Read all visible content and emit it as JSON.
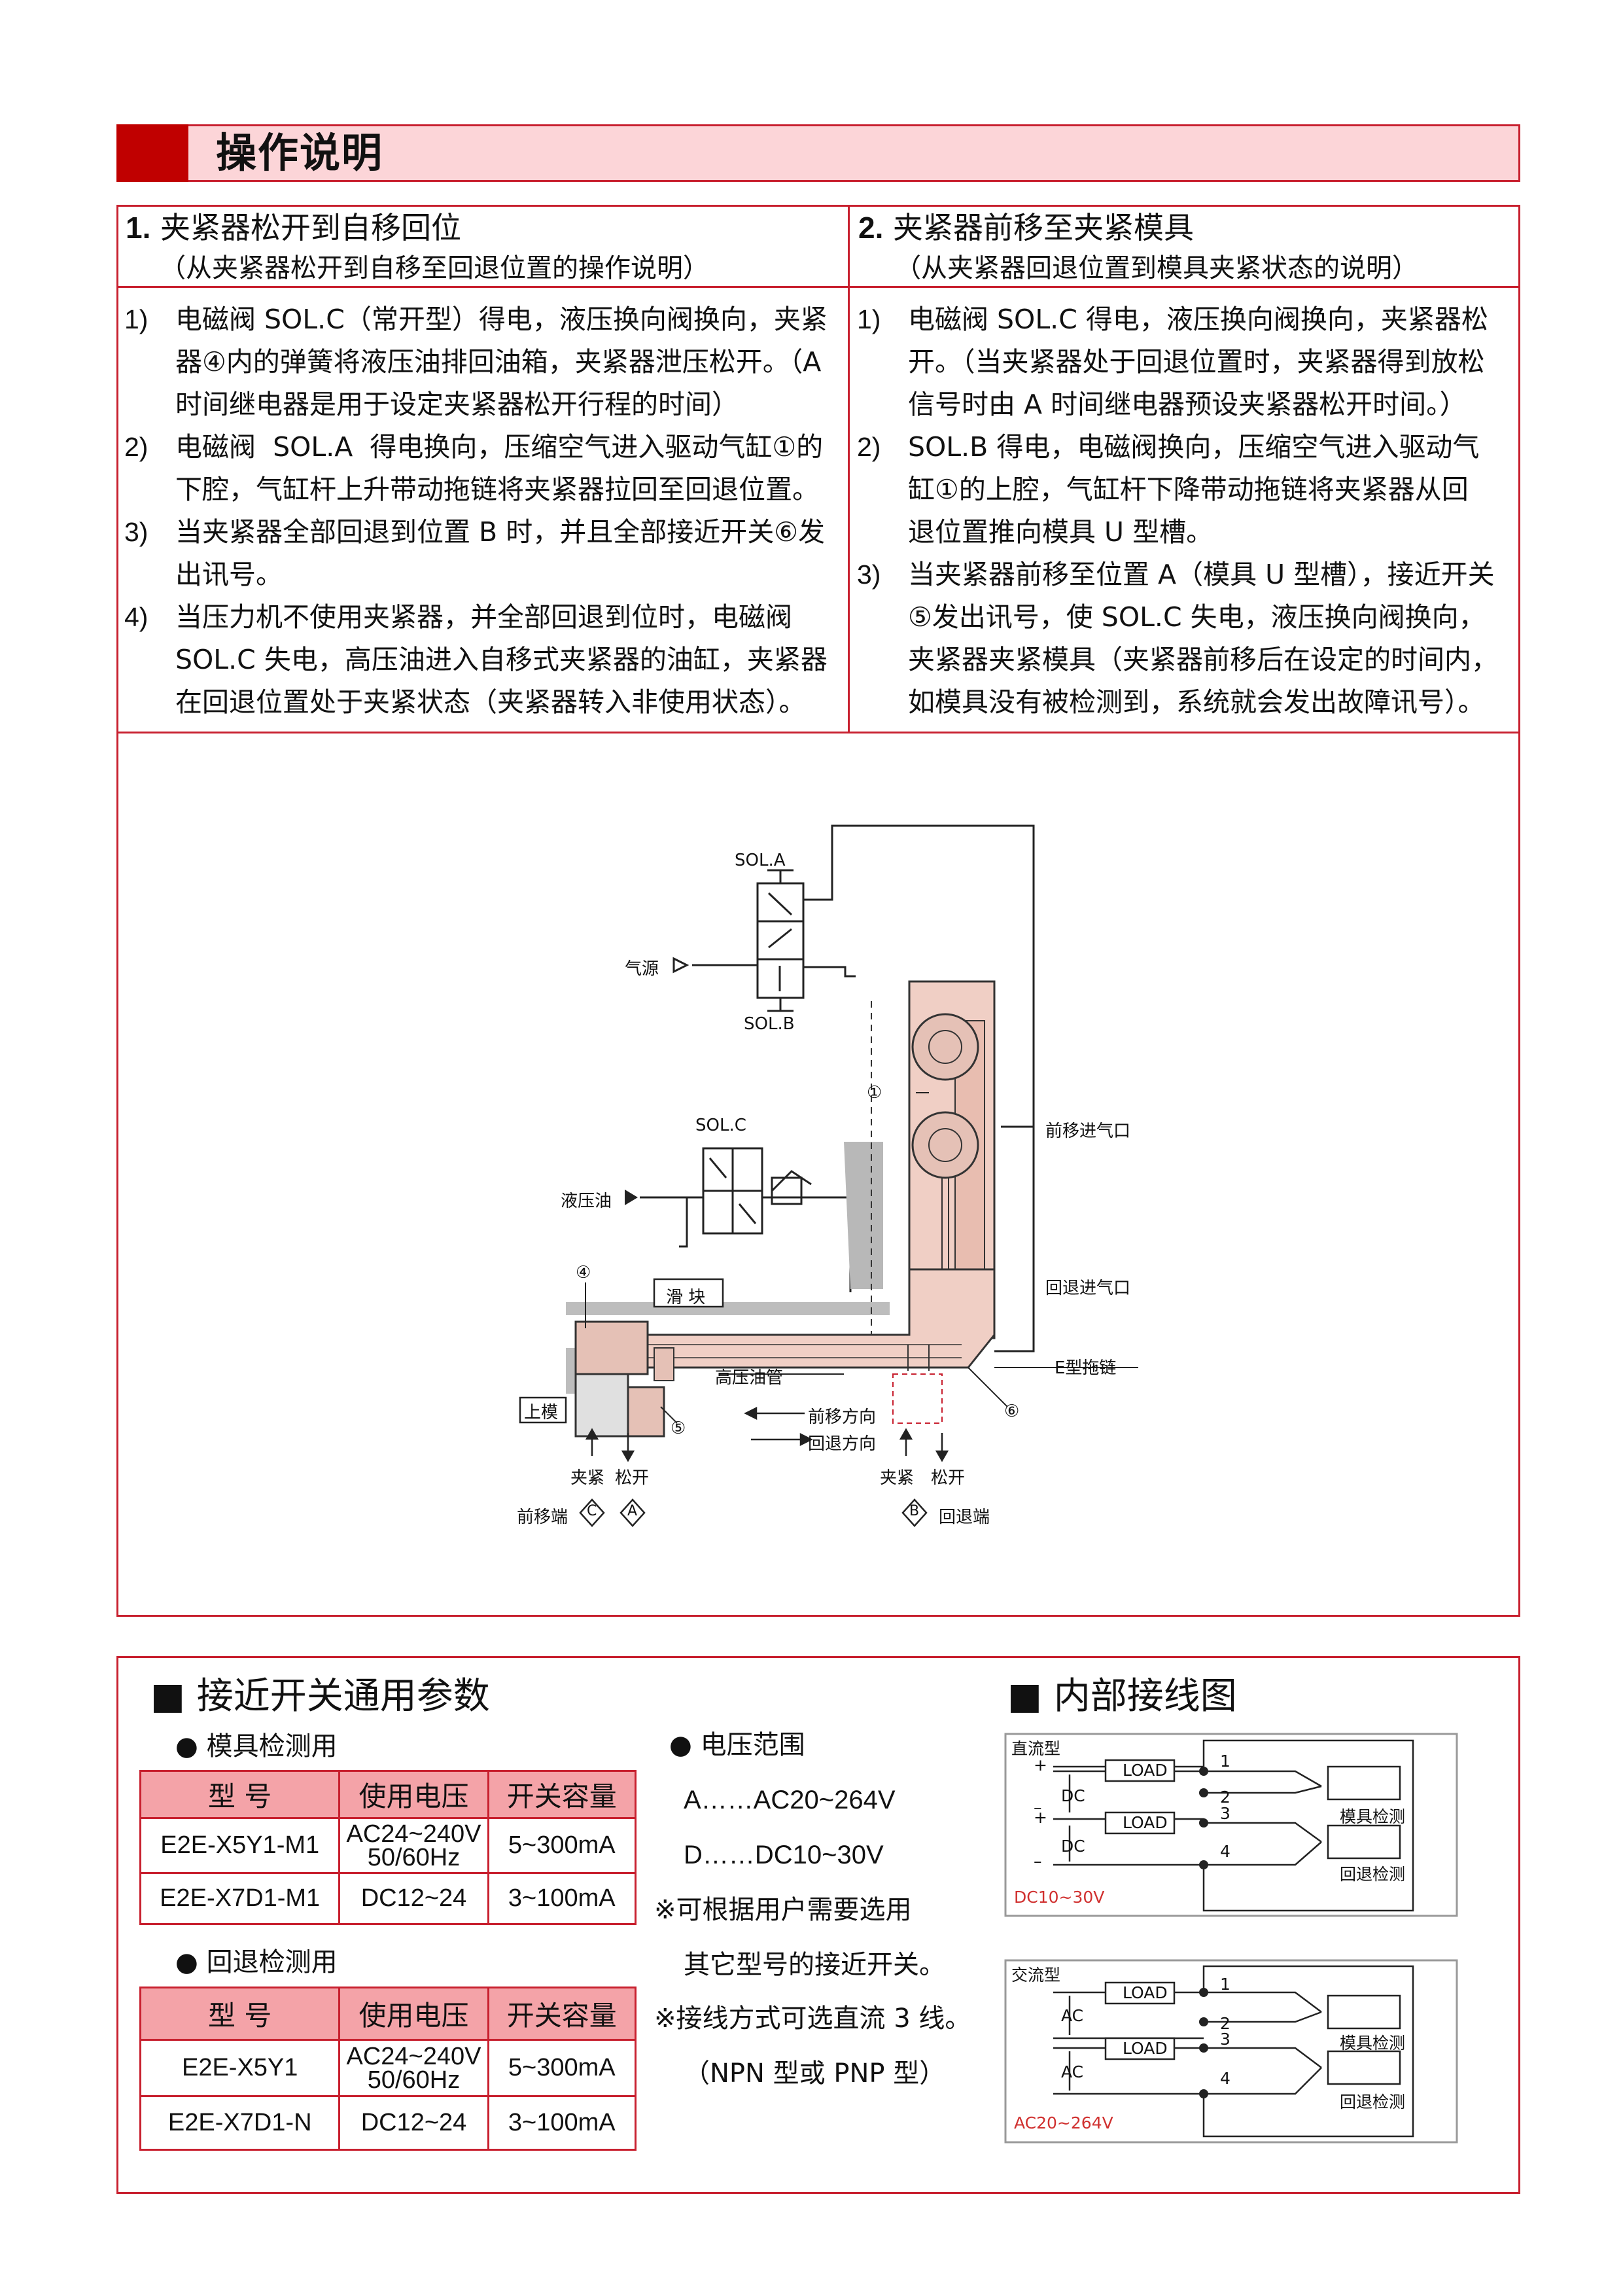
{
  "header": {
    "title": "操作说明"
  },
  "section1": {
    "title_num": "1.",
    "title": "夹紧器松开到自移回位",
    "subtitle": "（从夹紧器松开到自移至回退位置的操作说明）",
    "steps": [
      {
        "num": "1)",
        "lines": [
          "电磁阀 SOL.C（常开型）得电，液压换向阀换向，夹紧",
          "器④内的弹簧将液压油排回油箱，夹紧器泄压松开。（A",
          "时间继电器是用于设定夹紧器松开行程的时间）"
        ]
      },
      {
        "num": "2)",
        "lines": [
          "电磁阀  SOL.A  得电换向，压缩空气进入驱动气缸①的",
          "下腔，气缸杆上升带动拖链将夹紧器拉回至回退位置。"
        ]
      },
      {
        "num": "3)",
        "lines": [
          "当夹紧器全部回退到位置 B 时，并且全部接近开关⑥发",
          "出讯号。"
        ]
      },
      {
        "num": "4)",
        "lines": [
          "当压力机不使用夹紧器，并全部回退到位时，电磁阀",
          "SOL.C 失电，高压油进入自移式夹紧器的油缸，夹紧器",
          "在回退位置处于夹紧状态（夹紧器转入非使用状态）。"
        ]
      }
    ]
  },
  "section2": {
    "title_num": "2.",
    "title": "夹紧器前移至夹紧模具",
    "subtitle": "（从夹紧器回退位置到模具夹紧状态的说明）",
    "steps": [
      {
        "num": "1)",
        "lines": [
          "电磁阀 SOL.C 得电，液压换向阀换向，夹紧器松",
          "开。（当夹紧器处于回退位置时，夹紧器得到放松",
          "信号时由 A 时间继电器预设夹紧器松开时间。）"
        ]
      },
      {
        "num": "2)",
        "lines": [
          "SOL.B 得电，电磁阀换向，压缩空气进入驱动气",
          "缸①的上腔，气缸杆下降带动拖链将夹紧器从回",
          "退位置推向模具 U 型槽。"
        ]
      },
      {
        "num": "3)",
        "lines": [
          "当夹紧器前移至位置 A（模具 U 型槽），接近开关",
          "⑤发出讯号，使 SOL.C 失电，液压换向阀换向，",
          "夹紧器夹紧模具（夹紧器前移后在设定的时间内，",
          "如模具没有被检测到，系统就会发出故障讯号）。"
        ]
      }
    ]
  },
  "diagram": {
    "sol_a": "SOL.A",
    "sol_b": "SOL.B",
    "sol_c": "SOL.C",
    "air_source": "气源",
    "hydraulic_oil": "液压油",
    "mark_1": "①",
    "mark_4": "④",
    "mark_5": "⑤",
    "mark_6": "⑥",
    "slider": "滑  块",
    "forward_port": "前移进气口",
    "return_port": "回退进气口",
    "e_chain": "E型拖链",
    "hp_hose": "高压油管",
    "upper_die": "上模",
    "fwd_dir": "前移方向",
    "ret_dir": "回退方向",
    "clamp_l": "夹紧",
    "release_l": "松开",
    "clamp_r": "夹紧",
    "release_r": "松开",
    "fwd_end": "前移端",
    "ret_end": "回退端",
    "c_label": "C",
    "a_label": "A",
    "b_label": "B"
  },
  "proximity": {
    "heading": "■ 接近开关通用参数",
    "die_detect": "●   模具检测用",
    "ret_detect": "●   回退检测用",
    "table_header": [
      "型    号",
      "使用电压",
      "开关容量"
    ],
    "die_rows": [
      [
        "E2E-X5Y1-M1",
        "AC24~240V",
        "50/60Hz",
        "5~300mA"
      ],
      [
        "E2E-X7D1-M1",
        "DC12~24",
        "",
        "3~100mA"
      ]
    ],
    "ret_rows": [
      [
        "E2E-X5Y1",
        "AC24~240V",
        "50/60Hz",
        "5~300mA"
      ],
      [
        "E2E-X7D1-N",
        "DC12~24",
        "",
        "3~100mA"
      ]
    ],
    "voltage_heading": "●   电压范围",
    "voltage_a": "A……AC20~264V",
    "voltage_d": "D……DC10~30V",
    "note1a": "※可根据用户需要选用",
    "note1b": "其它型号的接近开关。",
    "note2a": "※接线方式可选直流 3 线。",
    "note2b": "（NPN 型或 PNP 型）"
  },
  "wiring": {
    "heading": "■ 内部接线图",
    "dc": {
      "title": "直流型",
      "load": "LOAD",
      "dc": "DC",
      "plus": "+",
      "minus": "–",
      "n1": "1",
      "n2": "2",
      "n3": "3",
      "n4": "4",
      "die": "模具检测",
      "ret": "回退检测",
      "range": "DC10~30V"
    },
    "ac": {
      "title": "交流型",
      "load": "LOAD",
      "ac": "AC",
      "n1": "1",
      "n2": "2",
      "n3": "3",
      "n4": "4",
      "die": "模具检测",
      "ret": "回退检测",
      "range": "AC20~264V"
    }
  },
  "colors": {
    "accent": "#c8202f",
    "header_bg": "#fcd5d8",
    "table_header_bg": "#f4a3a8",
    "block": "#c00000",
    "range_text": "#d0302f"
  }
}
